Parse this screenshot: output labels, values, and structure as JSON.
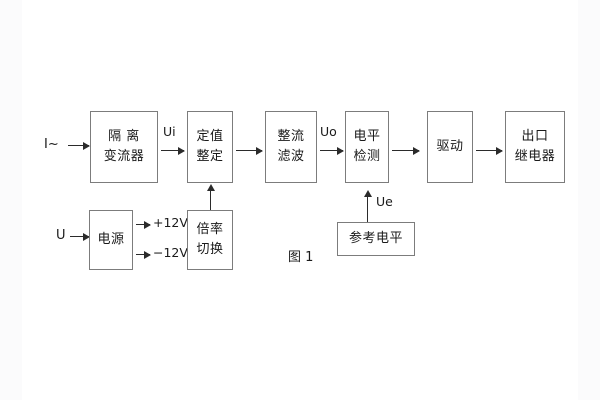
{
  "figure": {
    "caption": "图 1",
    "background_color": "#ffffff",
    "line_color": "#7c7c7c",
    "arrow_color": "#2b2b2b",
    "text_color": "#1a1a1a"
  },
  "blocks": [
    {
      "id": "isolation-transformer",
      "lines": [
        "隔 离",
        "变流器"
      ]
    },
    {
      "id": "setting-value",
      "lines": [
        "定值",
        "整定"
      ]
    },
    {
      "id": "rectifier-filter",
      "lines": [
        "整流",
        "滤波"
      ]
    },
    {
      "id": "level-detection",
      "lines": [
        "电平",
        "检测"
      ]
    },
    {
      "id": "drive",
      "lines": [
        "驱动"
      ]
    },
    {
      "id": "output-relay",
      "lines": [
        "出口",
        "继电器"
      ]
    },
    {
      "id": "power-supply",
      "lines": [
        "电源"
      ]
    },
    {
      "id": "multiplier-switch",
      "lines": [
        "倍率",
        "切换"
      ]
    },
    {
      "id": "reference-level",
      "lines": [
        "参考电平"
      ]
    }
  ],
  "signals": {
    "current_input": "I~",
    "voltage_input": "U",
    "ui": "Ui",
    "uo": "Uo",
    "ue": "Ue",
    "supply_positive": "+12V",
    "supply_negative": "−12V"
  }
}
